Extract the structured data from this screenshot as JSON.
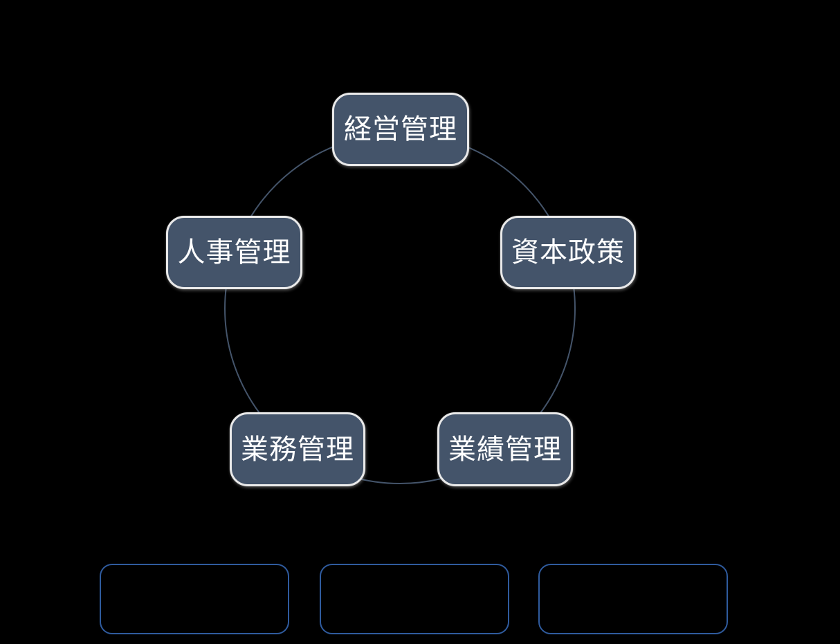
{
  "canvas": {
    "background_color": "#000000"
  },
  "cycle": {
    "ring_color": "#44546A",
    "node_fill_color": "#44546A",
    "node_border_color": "#E9E9E9",
    "node_text_color": "#FFFFFF",
    "nodes": [
      {
        "position": "top",
        "label": "経営管理"
      },
      {
        "position": "right",
        "label": "資本政策"
      },
      {
        "position": "bottom-right",
        "label": "業績管理"
      },
      {
        "position": "bottom-left",
        "label": "業務管理"
      },
      {
        "position": "left",
        "label": "人事管理"
      }
    ]
  },
  "placeholders": {
    "count": 3,
    "border_color": "#2F5B9E"
  }
}
